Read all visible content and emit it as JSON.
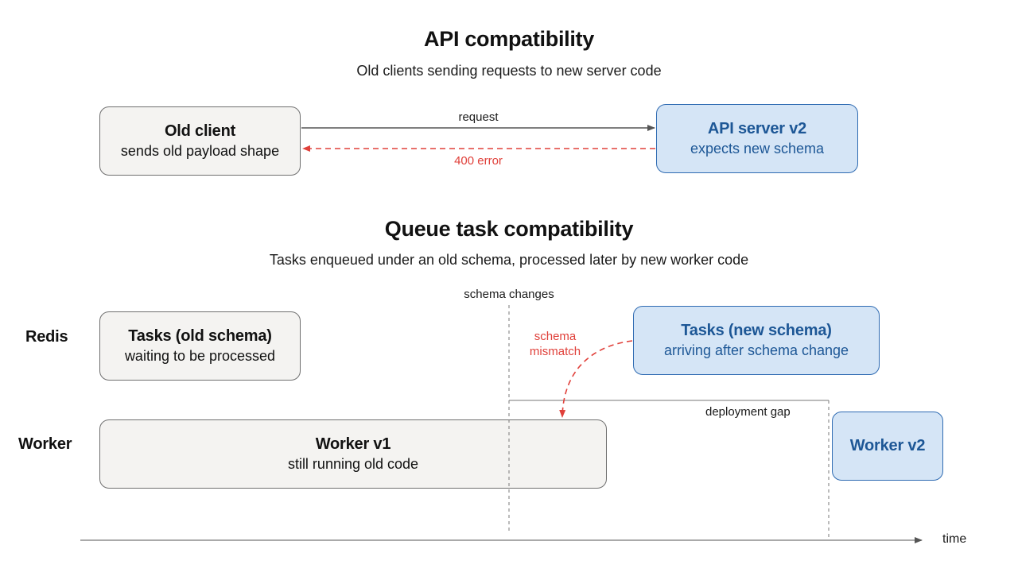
{
  "api_section": {
    "title": "API compatibility",
    "subtitle": "Old clients sending requests to new server code",
    "old_client": {
      "title": "Old client",
      "subtitle": "sends old payload shape"
    },
    "api_server": {
      "title": "API server v2",
      "subtitle": "expects new schema"
    },
    "request_label": "request",
    "error_label": "400 error"
  },
  "queue_section": {
    "title": "Queue task compatibility",
    "subtitle": "Tasks enqueued under an old schema, processed later by new worker code",
    "schema_changes_label": "schema changes",
    "mismatch_label_line1": "schema",
    "mismatch_label_line2": "mismatch",
    "deployment_gap_label": "deployment gap",
    "time_label": "time",
    "rows": {
      "redis": "Redis",
      "worker": "Worker"
    },
    "old_tasks": {
      "title": "Tasks (old schema)",
      "subtitle": "waiting to be processed"
    },
    "new_tasks": {
      "title": "Tasks (new schema)",
      "subtitle": "arriving after schema change"
    },
    "worker_v1": {
      "title": "Worker v1",
      "subtitle": "still running old code"
    },
    "worker_v2": {
      "title": "Worker v2"
    }
  },
  "colors": {
    "old_fill": "#f4f3f1",
    "old_border": "#6f6f6f",
    "new_fill": "#d5e5f6",
    "new_border": "#2f6bb2",
    "new_text": "#1d5796",
    "error": "#e0403a"
  }
}
